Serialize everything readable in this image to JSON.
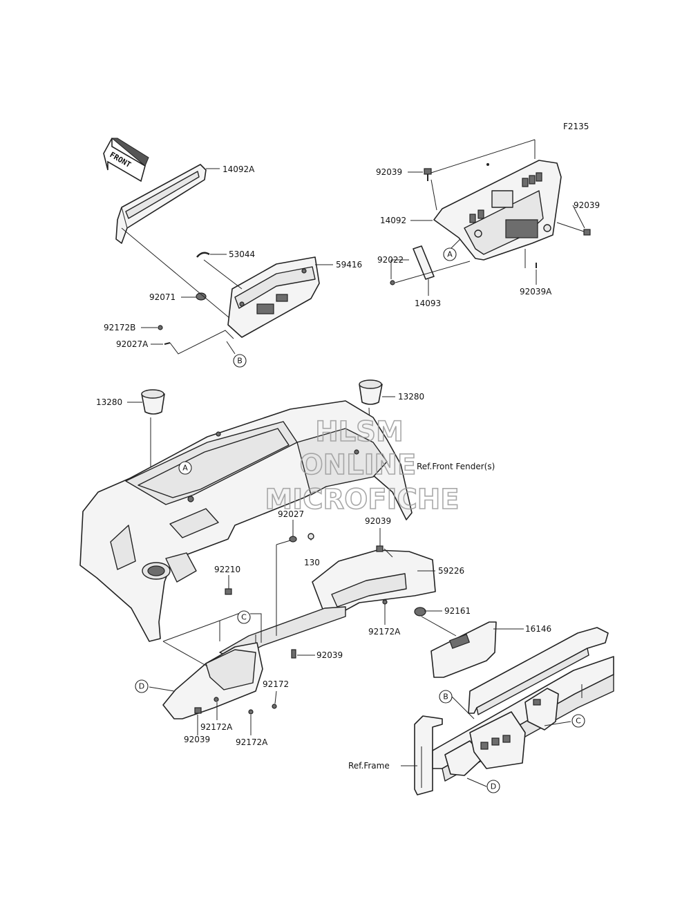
{
  "diagram_id": "F2135",
  "front_arrow": "FRONT",
  "watermark": [
    "HLSM",
    "ONLINE",
    "MICROFICHE"
  ],
  "references": {
    "fender": "Ref.Front Fender(s)",
    "frame": "Ref.Frame"
  },
  "callouts": {
    "p14092A": "14092A",
    "p53044": "53044",
    "p59416": "59416",
    "p92071": "92071",
    "p92172B": "92172B",
    "p92027A": "92027A",
    "p92039_top": "92039",
    "p14092": "14092",
    "p92039_right": "92039",
    "p92022": "92022",
    "p14093": "14093",
    "p92039A": "92039A",
    "p13280_left": "13280",
    "p13280_right": "13280",
    "p92027": "92027",
    "p130": "130",
    "p92039_mid": "92039",
    "p59226": "59226",
    "p92210": "92210",
    "p92161": "92161",
    "p92172A_mid": "92172A",
    "p16146": "16146",
    "p92039_low": "92039",
    "p92172": "92172",
    "p92172A_low1": "92172A",
    "p92039_bottom": "92039",
    "p92172A_low2": "92172A"
  },
  "markers": {
    "A1": "A",
    "B1": "B",
    "A2": "A",
    "C1": "C",
    "D1": "D",
    "B2": "B",
    "C2": "C",
    "D2": "D"
  }
}
